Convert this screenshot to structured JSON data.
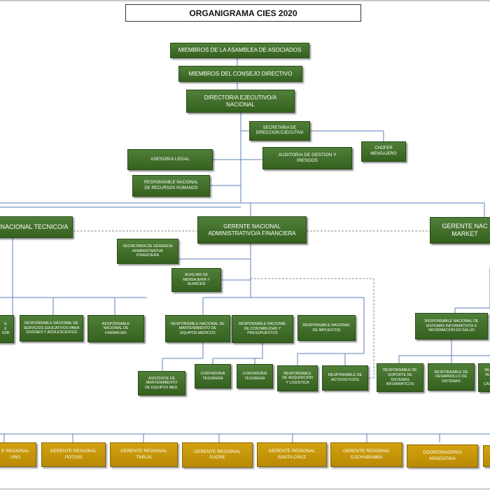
{
  "title": "ORGANIGRAMA CIES 2020",
  "nodes": {
    "asamblea": "MIEMBROS DE LA ASAMBLEA DE ASOCIADOS",
    "consejo": "MIEMBROS DEL CONSEJO DIRECTIVO",
    "director": "DIRECTOR/A EJECUTIVO/A\nNACIONAL",
    "secretaria_dir": "SECRETARIA DE\nDIRECCION EJECUTIVA",
    "chofer": "CHOFER\nMENSAJERO",
    "asesor": "ASESOR/A LEGAL",
    "auditor": "AUDITOR/A DE GESTION Y\nRIESGOS",
    "rrhh": "RESPONSABLE NACIONAL\nDE RECURSOS HUMANOS",
    "gerente_tecnico": "NACIONAL TECNICO/A",
    "gerente_adm": "GERENTE NACIONAL\nADMINISTRATIVO/A FINANCIERA",
    "gerente_mkt": "GERENTE NAC\nMARKET",
    "secretaria_ger": "SECRETARIA DE GERENCIA\nADMINISTRATIVA\nFINANCIERA",
    "auxiliar": "AUXILIAR DE\nMENSAJERIA Y\nALMACEN",
    "resp_left_cut": "E\nE\nSSR",
    "resp_jovenes": "RESPONSABLE NACIONAL DE\nSERVICIOS EDUCATIVOS PARA\nJOVENES Y ADOLESCENTES",
    "resp_farmacias": "RESPONSABLE\nNACIONAL DE\nFARMACIAS",
    "resp_mant": "RESPONSABLE NACIONAL DE\nMANTENIMIENTO DE\nEQUIPOS MEDICOS",
    "resp_contab": "RESPONSABLE NACIONAL\nDE CONTABILIDAD Y\nPRESUPUESTOS",
    "resp_impuestos": "RESPONSABLE NACIONAL\nDE IMPUESTOS",
    "asist_mant": "ASISTENTE DE\nMANTENIMIENTO\nDE EQUIPOS MED.",
    "contador1": "CONTADOR/A\nTESORERA",
    "contador2": "CONTADOR/A\nTESORERA",
    "resp_adquisicion": "RESPONSABLE\nDE ADQUISICION\nY LOGISTICA",
    "resp_activos": "RESPONSABLE DE\nACTIVOS FIJOS",
    "resp_sistemas": "RESPONSABLE NACIONAL DE\nSISTEMAS INFORMATIVOS E\nINFORMACION EN SALUD",
    "resp_soporte": "RESPONSABLE DE\nSOPORTE DE\nSISTEMAS\nINFORMATICOS",
    "resp_desarrollo": "RESPONSABLE DE\nDESARROLLO DE\nSISTEMAS",
    "resp_right_cut": "RE\nIN\n\nCAL",
    "reg_oruro": "E REGIONAL\nURO",
    "reg_potosi": "GERENTE REGIONAL\nPOTOSI",
    "reg_tarija": "GERENTE REGIONAL\nTARIJA",
    "reg_sucre": "GERENTE REGIONAL\nSUCRE",
    "reg_santacruz": "GERENTE REGIONAL\nSANTA CRUZ",
    "reg_cochabamba": "GERENTE REGIONAL\nCOCHABAMBA",
    "reg_argentina": "COORDINADOR/A\nARGENTINA"
  },
  "colors": {
    "staff_box": "#3e6b27",
    "regional_box": "#c4940a",
    "connector": "#5b7fb8",
    "dashed_connector": "#666666"
  }
}
